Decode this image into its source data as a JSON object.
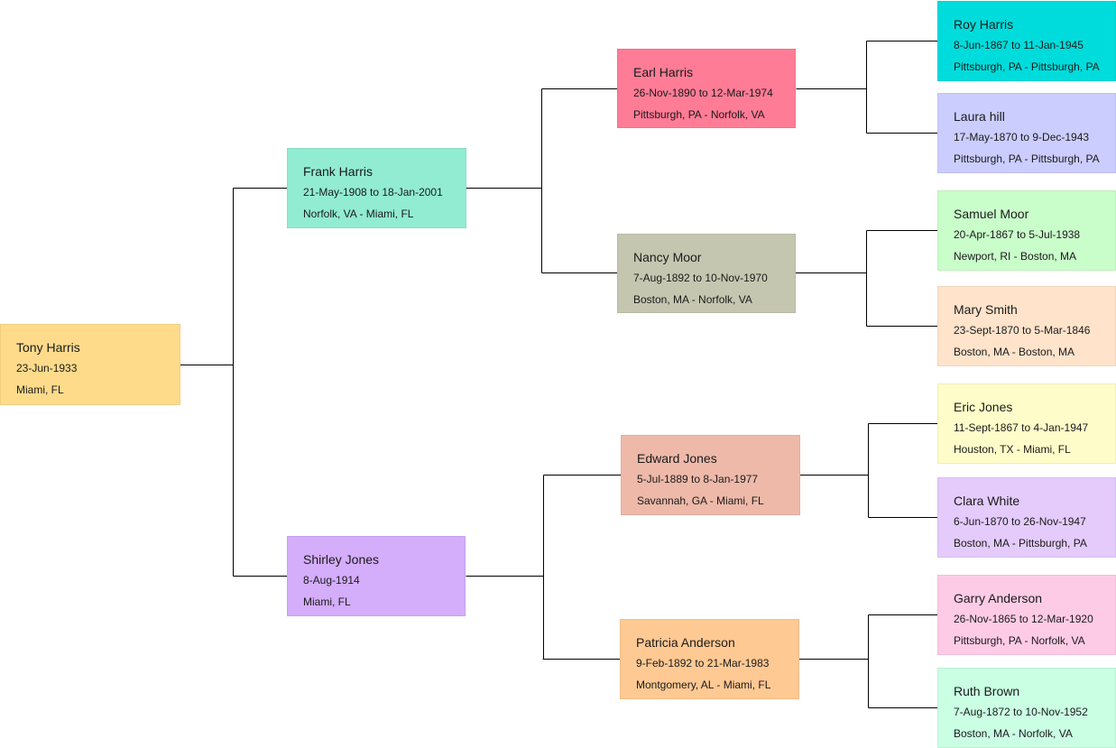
{
  "people": [
    {
      "name": "Tony Harris",
      "dates": "23-Jun-1933",
      "places": "Miami, FL",
      "color": "#fedb8b"
    },
    {
      "name": "Frank Harris",
      "dates": "21-May-1908 to 18-Jan-2001",
      "places": "Norfolk, VA - Miami, FL",
      "color": "#91ecd2"
    },
    {
      "name": "Shirley Jones",
      "dates": "8-Aug-1914",
      "places": "Miami, FL",
      "color": "#d4adfb"
    },
    {
      "name": "Earl Harris",
      "dates": "26-Nov-1890 to 12-Mar-1974",
      "places": "Pittsburgh, PA - Norfolk, VA",
      "color": "#ff7c96"
    },
    {
      "name": "Nancy Moor",
      "dates": "7-Aug-1892 to 10-Nov-1970",
      "places": "Boston, MA - Norfolk, VA",
      "color": "#c5c6b0"
    },
    {
      "name": "Edward Jones",
      "dates": "5-Jul-1889 to 8-Jan-1977",
      "places": "Savannah, GA - Miami, FL",
      "color": "#eeb9a9"
    },
    {
      "name": "Patricia Anderson",
      "dates": "9-Feb-1892 to 21-Mar-1983",
      "places": "Montgomery, AL - Miami, FL",
      "color": "#ffc994"
    },
    {
      "name": "Roy Harris",
      "dates": "8-Jun-1867 to 11-Jan-1945",
      "places": "Pittsburgh, PA - Pittsburgh, PA",
      "color": "#00dcdc"
    },
    {
      "name": "Laura hill",
      "dates": "17-May-1870 to 9-Dec-1943",
      "places": "Pittsburgh, PA - Pittsburgh, PA",
      "color": "#cbcdfe"
    },
    {
      "name": "Samuel Moor",
      "dates": "20-Apr-1867 to 5-Jul-1938",
      "places": "Newport, RI - Boston, MA",
      "color": "#c9fdca"
    },
    {
      "name": "Mary Smith",
      "dates": "23-Sept-1870 to 5-Mar-1846",
      "places": "Boston, MA - Boston, MA",
      "color": "#ffe3cb"
    },
    {
      "name": "Eric Jones",
      "dates": "11-Sept-1867 to 4-Jan-1947",
      "places": "Houston, TX - Miami, FL",
      "color": "#fefdc9"
    },
    {
      "name": "Clara White",
      "dates": "6-Jun-1870 to 26-Nov-1947",
      "places": "Boston, MA - Pittsburgh, PA",
      "color": "#e4cbfc"
    },
    {
      "name": "Garry Anderson",
      "dates": "26-Nov-1865 to 12-Mar-1920",
      "places": "Pittsburgh, PA - Norfolk, VA",
      "color": "#fecbe6"
    },
    {
      "name": "Ruth Brown",
      "dates": "7-Aug-1872 to 10-Nov-1952",
      "places": "Boston, MA - Norfolk, VA",
      "color": "#caffe4"
    }
  ]
}
